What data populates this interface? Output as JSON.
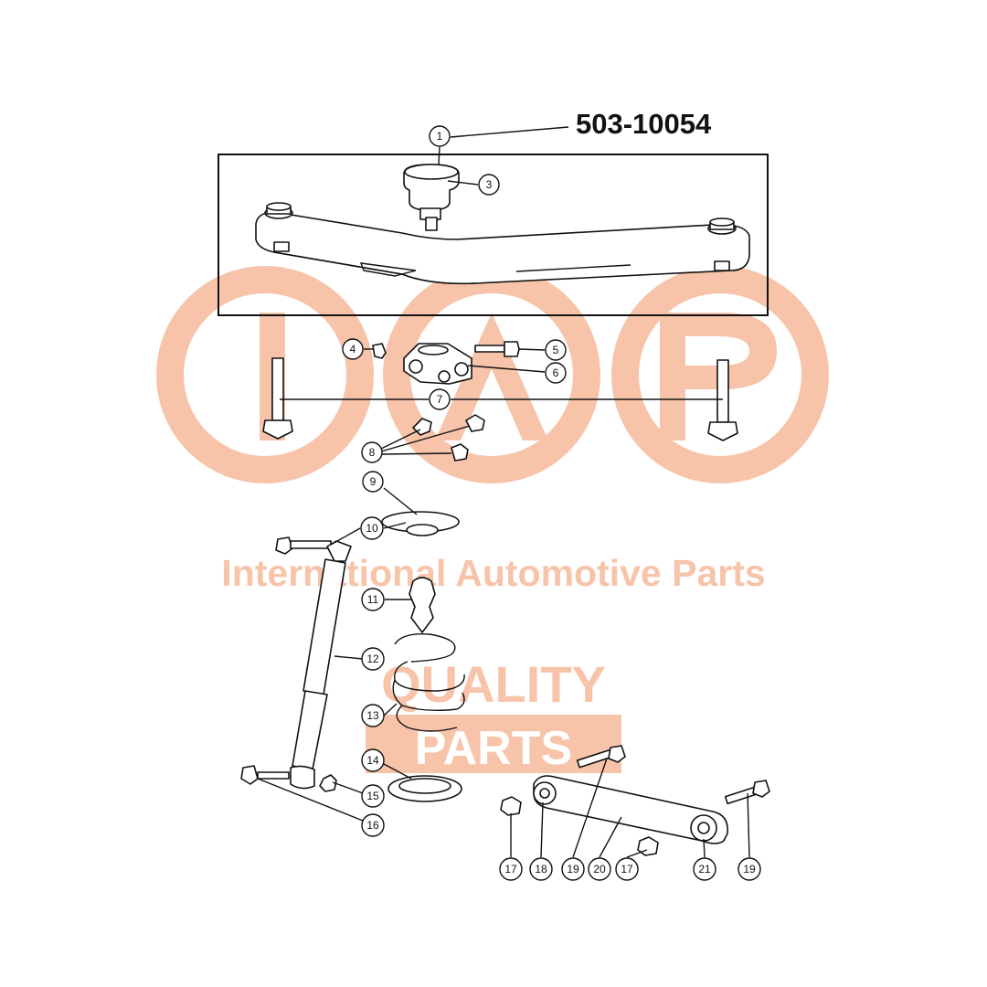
{
  "watermark": {
    "tagline": "International Automotive Parts",
    "quality": "QUALITY",
    "parts": "PARTS",
    "registered": "R",
    "color": "#f7c4aa"
  },
  "part_number": "503-10054",
  "callouts": [
    "1",
    "3",
    "4",
    "5",
    "6",
    "7",
    "8",
    "9",
    "10",
    "11",
    "12",
    "13",
    "14",
    "15",
    "16",
    "17",
    "18",
    "19",
    "20",
    "17",
    "21",
    "19"
  ]
}
